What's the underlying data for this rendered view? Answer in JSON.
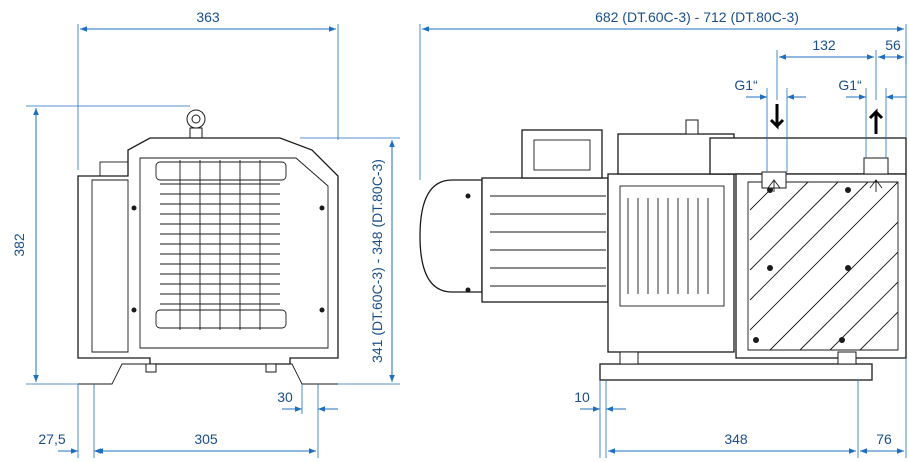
{
  "dimensions": {
    "front_width": "363",
    "front_height": "382",
    "front_height_variants": "341 (DT.60C-3) - 348 (DT.80C-3)",
    "front_offset": "27,5",
    "front_foot_span": "305",
    "front_foot_width": "30",
    "side_length": "682 (DT.60C-3) - 712 (DT.80C-3)",
    "inlet_spacing": "132",
    "outlet_offset": "56",
    "inlet_thread": "G1“",
    "outlet_thread": "G1“",
    "base_offset": "10",
    "base_span": "348",
    "base_overhang": "76"
  },
  "colors": {
    "dimension_line": "#1f6fbf",
    "dimension_text": "#1a4f8a",
    "drawing_ink": "#1a1a1a"
  }
}
